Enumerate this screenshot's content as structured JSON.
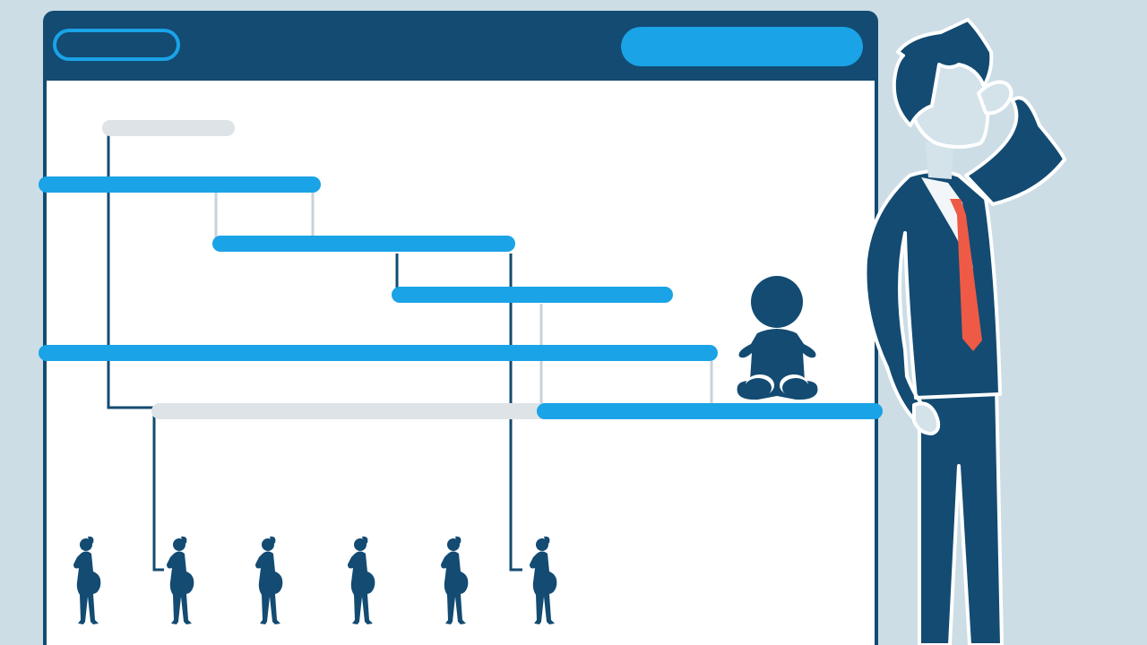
{
  "scene": {
    "window": {
      "titlebar_pill_left": "",
      "titlebar_pill_right": ""
    },
    "gantt": {
      "tasks": [
        {
          "name": "",
          "kind": "pending"
        },
        {
          "name": "",
          "kind": "active"
        },
        {
          "name": "",
          "kind": "active"
        },
        {
          "name": "",
          "kind": "active"
        },
        {
          "name": "",
          "kind": "active"
        },
        {
          "name": "",
          "kind": "pending-then-active"
        }
      ]
    },
    "figures": {
      "pregnant_women_count": 6,
      "baby": "baby-icon",
      "businessman": "confused-businessman"
    }
  },
  "colors": {
    "background": "#ccdde6",
    "navy": "#134b72",
    "bright_blue": "#1aa3e6",
    "light_gray": "#dde3e6",
    "tie": "#ee5a45",
    "skin": "#d4e2ea",
    "shirt": "#f2f6f8"
  }
}
